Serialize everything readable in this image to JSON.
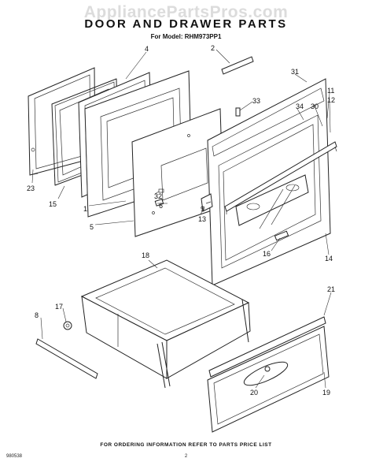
{
  "watermark": "AppliancePartsPros.com",
  "title": "DOOR AND DRAWER PARTS",
  "subtitle": "For Model: RHM973PP1",
  "footer": "FOR ORDERING INFORMATION REFER TO PARTS PRICE LIST",
  "document_code": "980538",
  "page_number": "2",
  "callouts": {
    "c1": "1",
    "c2": "2",
    "c4": "4",
    "c5": "5",
    "c6": "6",
    "c8": "8",
    "c9": "9",
    "c11": "11",
    "c12": "12",
    "c13": "13",
    "c14": "14",
    "c15": "15",
    "c16": "16",
    "c17": "17",
    "c18": "18",
    "c19": "19",
    "c20": "20",
    "c21": "21",
    "c23": "23",
    "c30": "30",
    "c31": "31",
    "c32": "32",
    "c33": "33",
    "c34": "34"
  }
}
